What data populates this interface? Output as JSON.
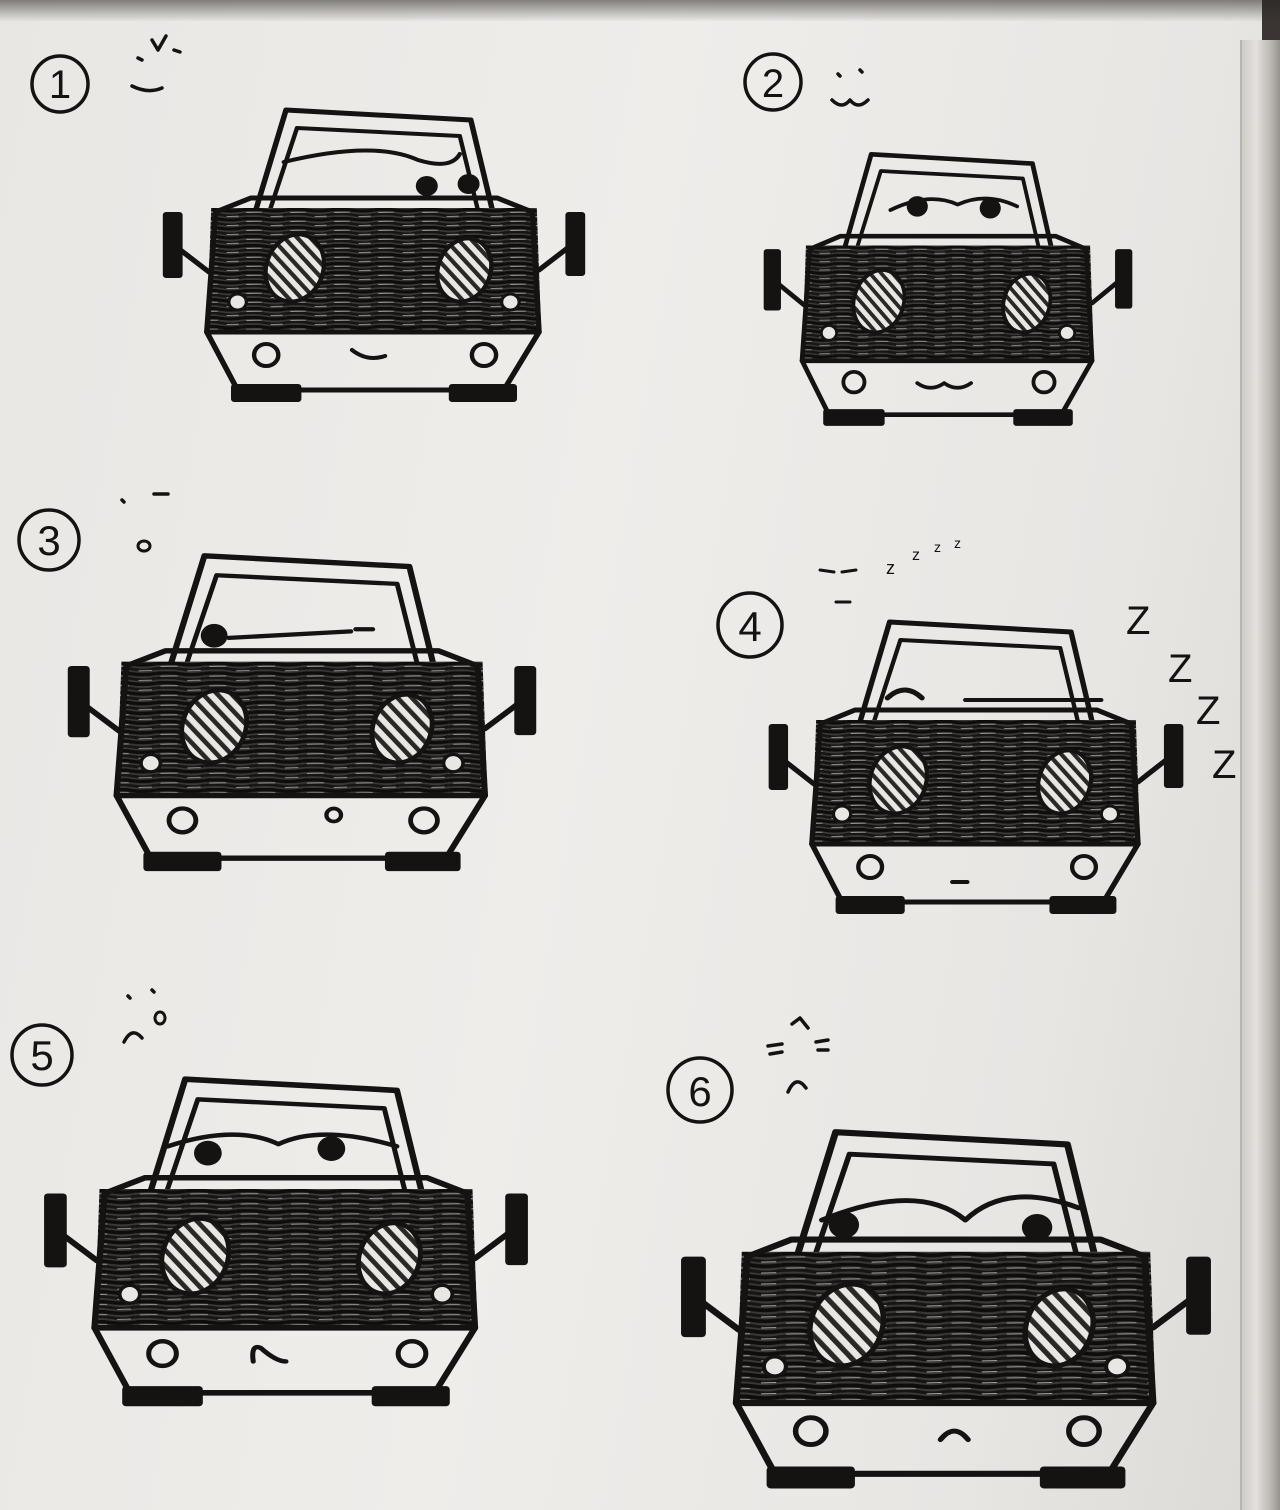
{
  "colors": {
    "paper": "#ecebe8",
    "ink": "#151312",
    "page_edge": "#c9c5c0",
    "background": "#3a3532"
  },
  "panels": [
    {
      "number": "1",
      "expression": "happy",
      "doodle": "·ᐯ‿"
    },
    {
      "number": "2",
      "expression": "smiling",
      "doodle": ":‿"
    },
    {
      "number": "3",
      "expression": "surprised",
      "doodle": "·-o"
    },
    {
      "number": "4",
      "expression": "sleeping",
      "doodle": "--zzz",
      "snore": [
        "Z",
        "Z",
        "Z",
        "Z"
      ]
    },
    {
      "number": "5",
      "expression": "worried",
      "doodle": "ᵔᵔ^"
    },
    {
      "number": "6",
      "expression": "angry",
      "doodle": "=≈^"
    }
  ]
}
